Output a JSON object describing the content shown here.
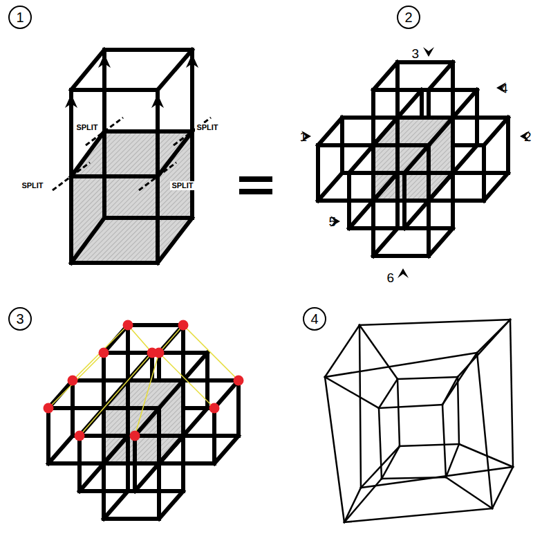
{
  "diagram": {
    "nodes": [
      {
        "text": [
          "1"
        ]
      },
      {
        "text": [
          "2"
        ]
      },
      {
        "text": [
          "3"
        ]
      },
      {
        "text": [
          "4"
        ]
      }
    ],
    "labels": [
      "SPLIT",
      "SPLIT",
      "SPLIT",
      "SPLIT",
      "3",
      "4",
      "1",
      "2",
      "5",
      "6"
    ]
  }
}
